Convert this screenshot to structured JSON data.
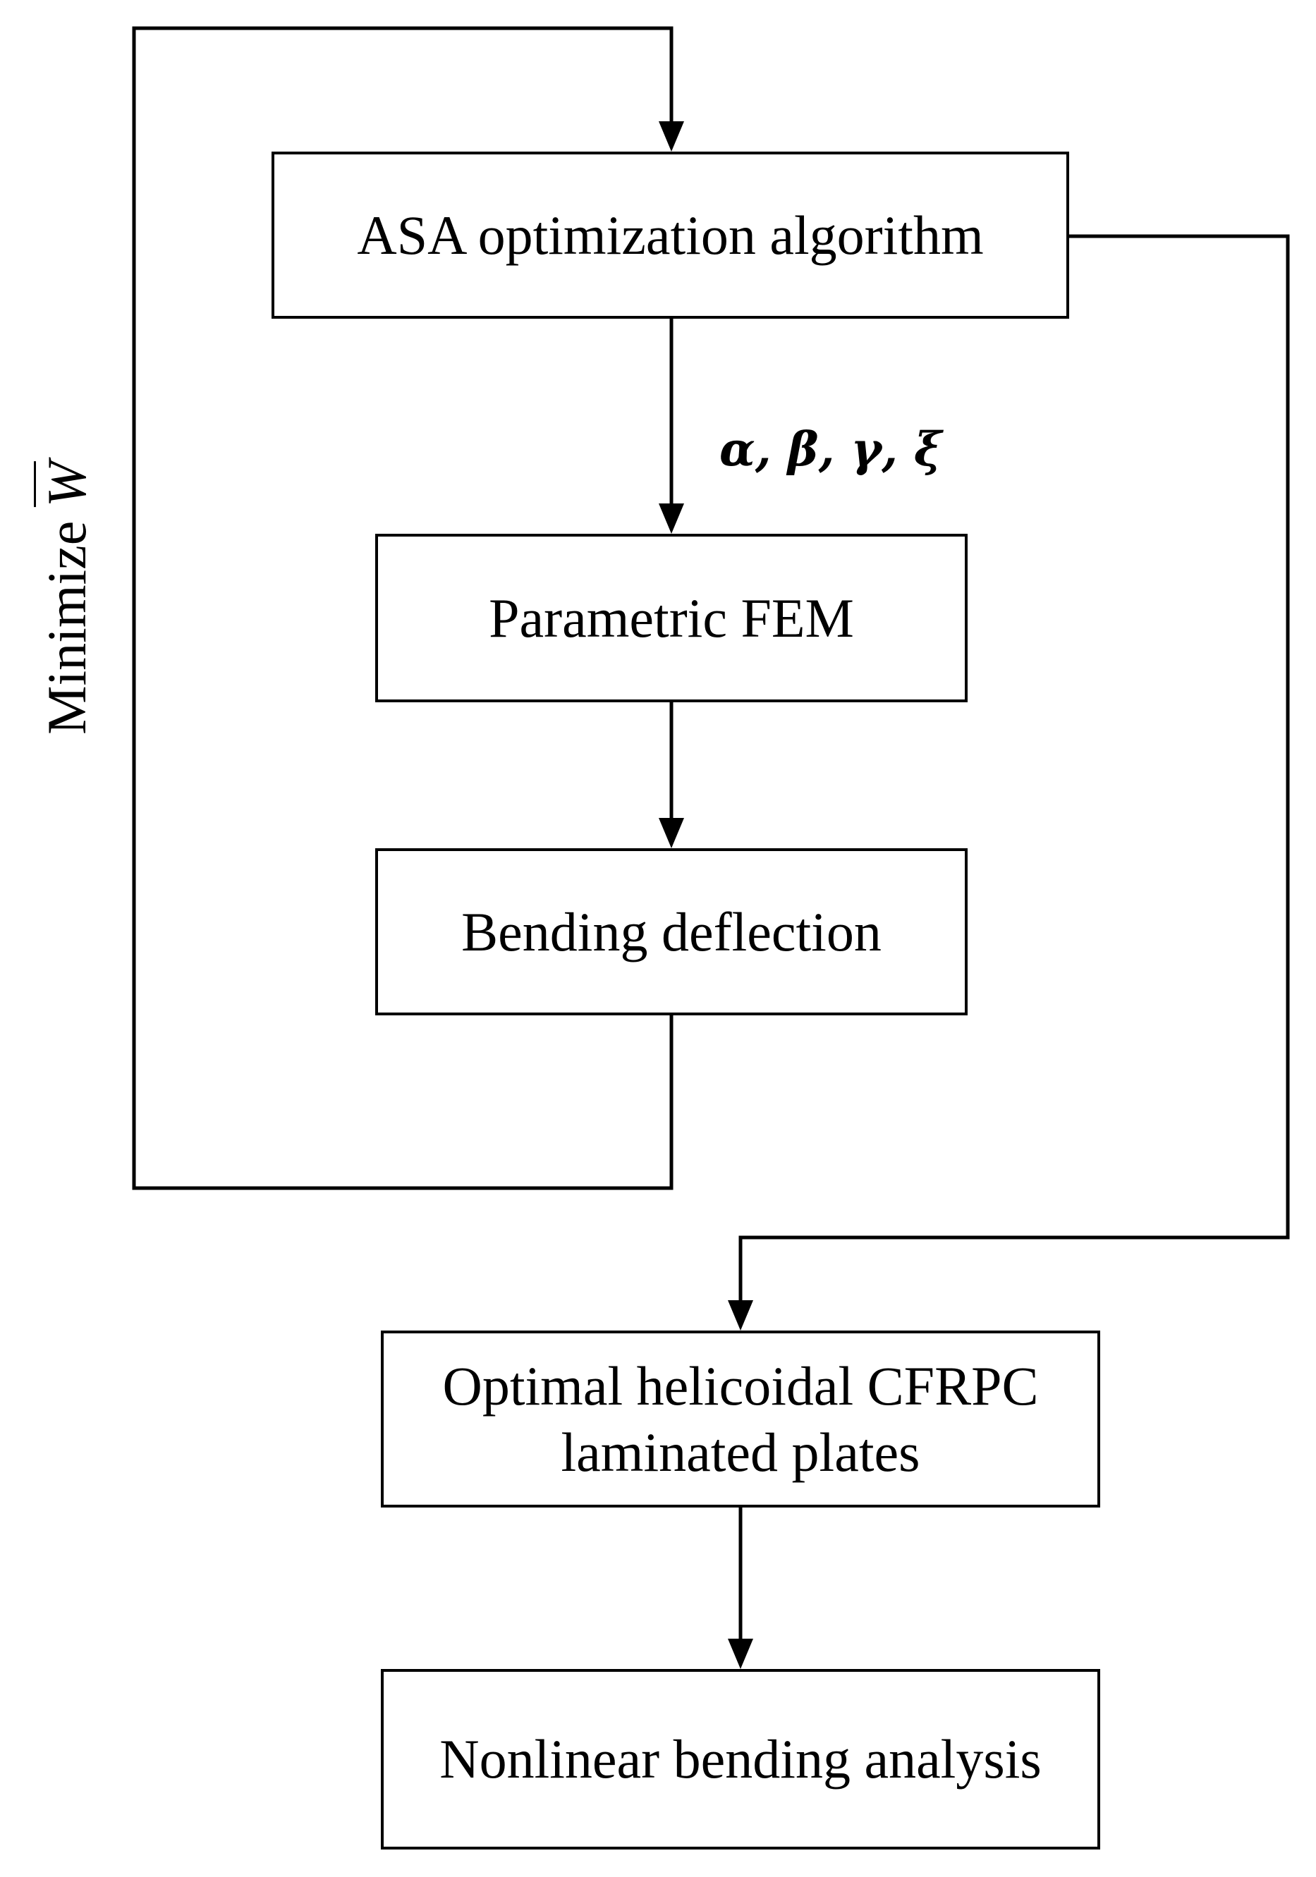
{
  "boxes": {
    "asa": "ASA optimization algorithm",
    "fem": "Parametric FEM",
    "bending": "Bending deflection",
    "optimal_line1": "Optimal helicoidal CFRPC",
    "optimal_line2": "laminated plates",
    "nonlinear": "Nonlinear bending analysis"
  },
  "edge_labels": {
    "parameters": "α, β, γ, ξ"
  },
  "loop_label": {
    "prefix": "Minimize",
    "variable": "W"
  }
}
